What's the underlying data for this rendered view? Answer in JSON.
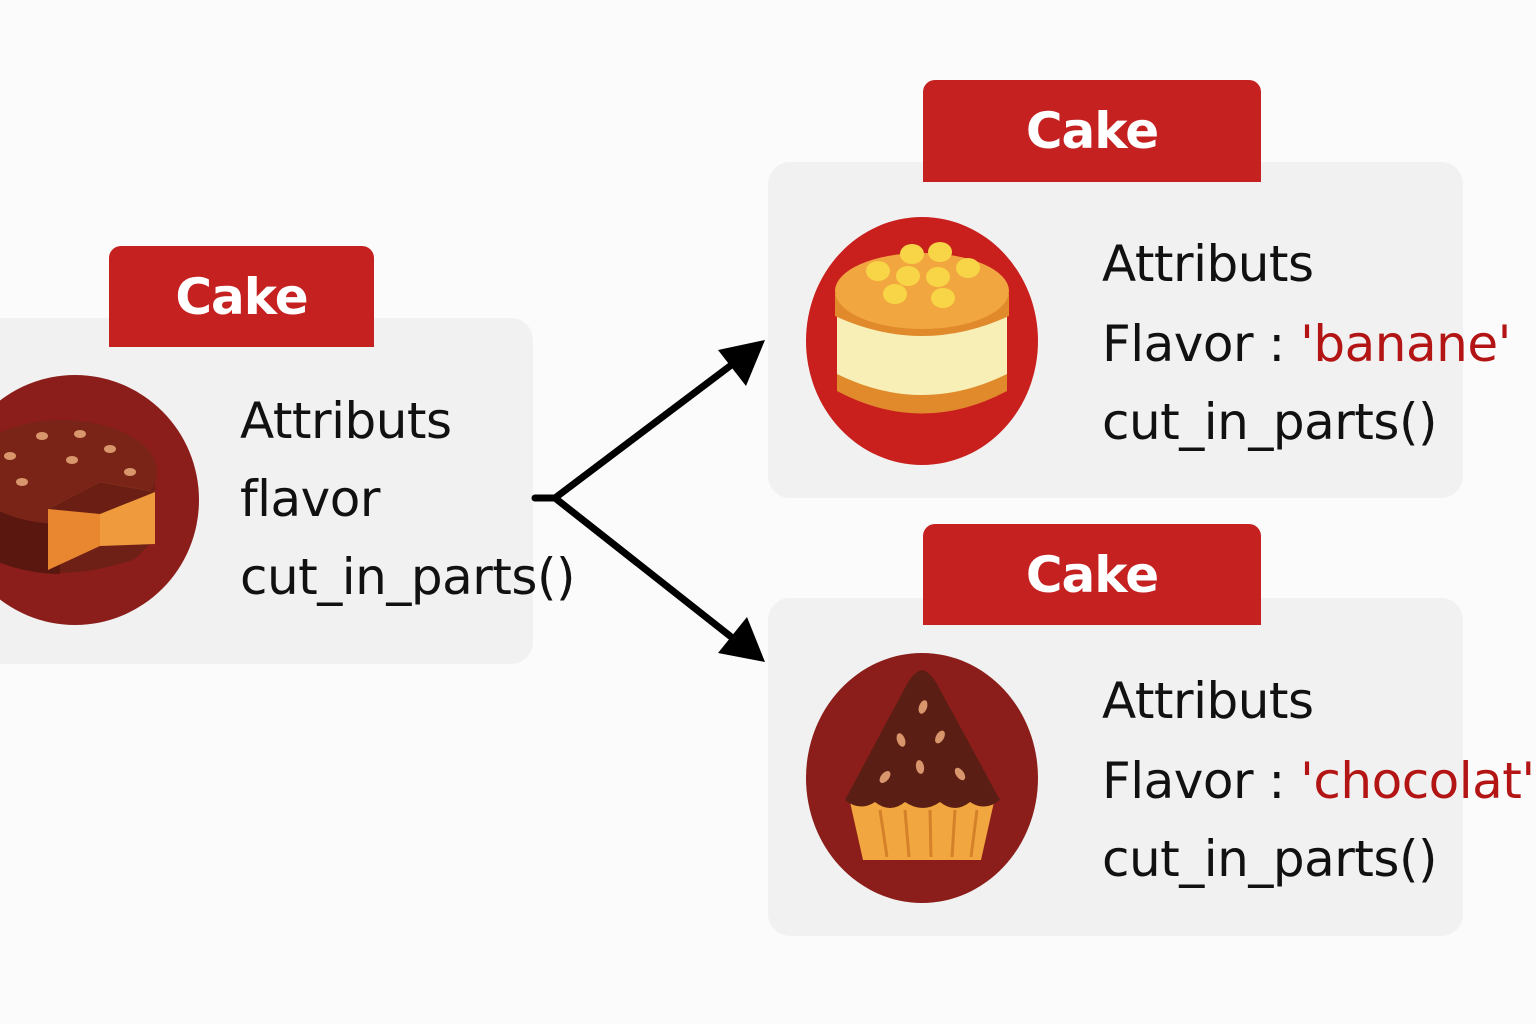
{
  "base_class": {
    "title": "Cake",
    "heading": "Attributs",
    "attribute": "flavor",
    "method": "cut_in_parts()",
    "icon": "chocolate-cake-icon"
  },
  "instances": [
    {
      "title": "Cake",
      "heading": "Attributs",
      "attribute_label": "Flavor : ",
      "attribute_value": "'banane'",
      "method": "cut_in_parts()",
      "icon": "banana-cake-icon"
    },
    {
      "title": "Cake",
      "heading": "Attributs",
      "attribute_label": "Flavor : ",
      "attribute_value": "'chocolat'",
      "method": "cut_in_parts()",
      "icon": "chocolate-slice-icon"
    }
  ],
  "colors": {
    "tab_red": "#c62121",
    "value_red": "#b31414",
    "card_gray": "#f1f1f1",
    "icon_dark_red": "#8b1e1a",
    "icon_red": "#c9201e"
  }
}
